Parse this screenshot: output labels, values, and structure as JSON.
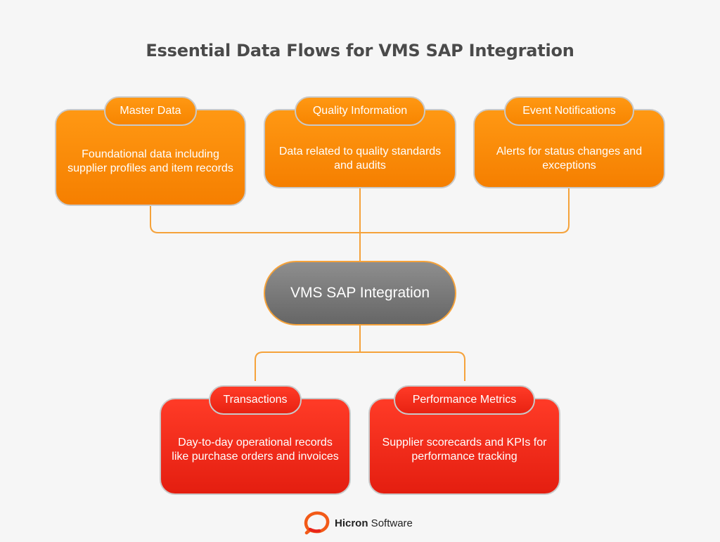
{
  "title": "Essential Data Flows for VMS SAP Integration",
  "colors": {
    "orange": "#f78500",
    "red": "#e82212",
    "hub_gray": "#777777",
    "connector": "#f5a23a",
    "border": "#c9c9c9",
    "background": "#f6f6f6"
  },
  "hub": {
    "label": "VMS SAP Integration"
  },
  "inputs": [
    {
      "label": "Master Data",
      "description": "Foundational data including supplier profiles and item records"
    },
    {
      "label": "Quality Information",
      "description": "Data related to quality standards and audits"
    },
    {
      "label": "Event Notifications",
      "description": "Alerts for status changes and exceptions"
    }
  ],
  "outputs": [
    {
      "label": "Transactions",
      "description": "Day-to-day operational records like purchase orders and invoices"
    },
    {
      "label": "Performance Metrics",
      "description": "Supplier scorecards and KPIs for performance tracking"
    }
  ],
  "brand": {
    "name_bold": "Hicron",
    "name_rest": " Software",
    "logo_icon": "speech-ring-logo"
  }
}
